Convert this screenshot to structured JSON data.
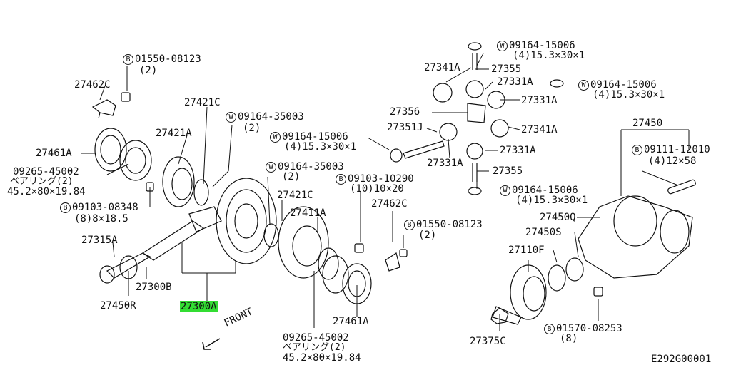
{
  "callouts": {
    "c01550_top": {
      "badge": "B",
      "code": "01550-08123",
      "qty": "(2)"
    },
    "c27462c_top": "27462C",
    "c27421c_top": "27421C",
    "c09164_35003_top": {
      "badge": "W",
      "code": "09164-35003",
      "qty": "(2)"
    },
    "c27421a": "27421A",
    "c27461a_left": "27461A",
    "c09265_left": {
      "code": "09265-45002",
      "l1": "ベアリング(2)",
      "l2": "45.2×80×19.84"
    },
    "c09103_08348": {
      "badge": "B",
      "code": "09103-08348",
      "qty": "(8)8×18.5"
    },
    "c27315a": "27315A",
    "c27300b": "27300B",
    "c27450r": "27450R",
    "c27300a": "27300A",
    "c09164_35003_mid": {
      "badge": "W",
      "code": "09164-35003",
      "qty": "(2)"
    },
    "c27421c_mid": "27421C",
    "c27411a": "27411A",
    "c09103_10290": {
      "badge": "B",
      "code": "09103-10290",
      "qty": "(10)10×20"
    },
    "c27462c_mid": "27462C",
    "c01550_mid": {
      "badge": "B",
      "code": "01550-08123",
      "qty": "(2)"
    },
    "c27461a_bottom": "27461A",
    "c09265_bottom": {
      "code": "09265-45002",
      "l1": "ベアリング(2)",
      "l2": "45.2×80×19.84"
    },
    "front": "FRONT",
    "c09164_15006_top": {
      "badge": "W",
      "code": "09164-15006",
      "qty": "(4)15.3×30×1"
    },
    "c27341a_top": "27341A",
    "c27355_top": "27355",
    "c27331a_1": "27331A",
    "c09164_15006_r": {
      "badge": "W",
      "code": "09164-15006",
      "qty": "(4)15.3×30×1"
    },
    "c27331a_2": "27331A",
    "c27356": "27356",
    "c27351j": "27351J",
    "c27341a_r": "27341A",
    "c09164_15006_l": {
      "badge": "W",
      "code": "09164-15006",
      "qty": "(4)15.3×30×1"
    },
    "c27331a_3": "27331A",
    "c27331a_4": "27331A",
    "c27355_bottom": "27355",
    "c09164_15006_bottom": {
      "badge": "W",
      "code": "09164-15006",
      "qty": "(4)15.3×30×1"
    },
    "c27450": "27450",
    "c09111_12010": {
      "badge": "B",
      "code": "09111-12010",
      "qty": "(4)12×58"
    },
    "c27450q": "27450Q",
    "c27450s": "27450S",
    "c27110f": "27110F",
    "c01570_08253": {
      "badge": "B",
      "code": "01570-08253",
      "qty": "(8)"
    },
    "c27375c": "27375C"
  },
  "diagram_id": "E292G00001"
}
